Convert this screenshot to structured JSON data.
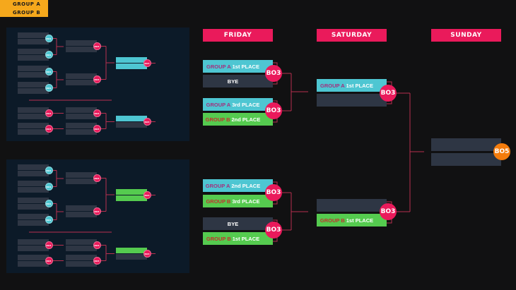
{
  "groups": [
    {
      "label": "GROUP A",
      "win_color": "cyan"
    },
    {
      "label": "GROUP B",
      "win_color": "green"
    }
  ],
  "badges": {
    "bo1": "BO1",
    "bo3": "BO3",
    "bo5": "BO5"
  },
  "days": [
    "FRIDAY",
    "SATURDAY",
    "SUNDAY"
  ],
  "friday": {
    "m1": {
      "top": {
        "group": "GROUP A",
        "place": "1st PLACE"
      },
      "bottom": "BYE"
    },
    "m2": {
      "top": {
        "group": "GROUP A",
        "place": "3rd PLACE"
      },
      "bottom": {
        "group": "GROUP B",
        "place": "2nd PLACE"
      }
    },
    "m3": {
      "top": {
        "group": "GROUP A",
        "place": "2nd PLACE"
      },
      "bottom": {
        "group": "GROUP B",
        "place": "3rd PLACE"
      }
    },
    "m4": {
      "top": "BYE",
      "bottom": {
        "group": "GROUP B",
        "place": "1st PLACE"
      }
    }
  },
  "saturday": {
    "m1": {
      "top": {
        "group": "GROUP A",
        "place": "1st PLACE"
      }
    },
    "m2": {
      "bottom": {
        "group": "GROUP B",
        "place": "1st PLACE"
      }
    }
  },
  "colors": {
    "pink": "#ea1a5b",
    "cyan": "#4ec6d2",
    "green": "#55cb4f",
    "orange": "#f47c0c",
    "gold": "#f5a81c"
  }
}
